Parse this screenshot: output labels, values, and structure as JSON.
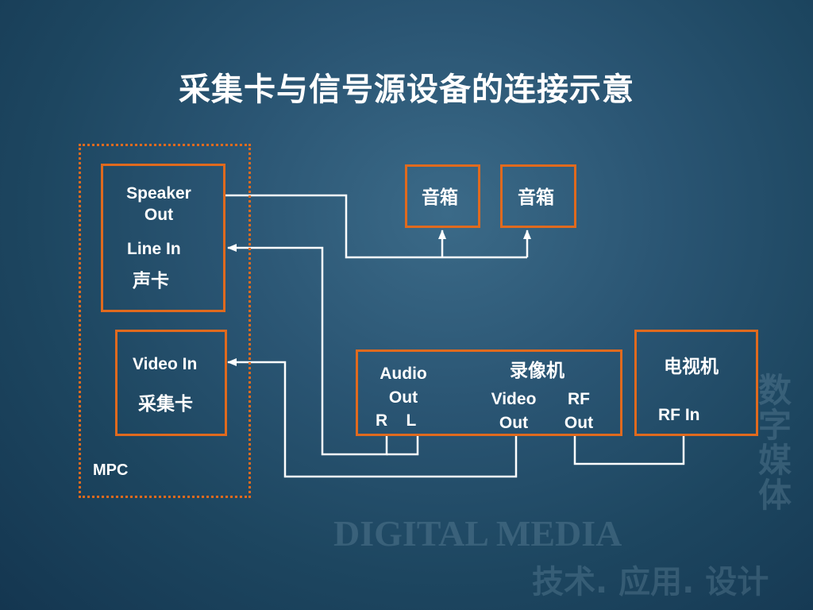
{
  "slide": {
    "title": "采集卡与信号源设备的连接示意"
  },
  "mpc": {
    "label": "MPC"
  },
  "sound_card": {
    "speaker_out": "Speaker Out",
    "line_in": "Line In",
    "name": "声卡"
  },
  "capture_card": {
    "video_in": "Video In",
    "name": "采集卡"
  },
  "speakers": [
    {
      "label": "音箱"
    },
    {
      "label": "音箱"
    }
  ],
  "vcr": {
    "name": "录像机",
    "audio_out": "Audio Out",
    "audio_channels": "R    L",
    "video_out": "Video Out",
    "rf_out": "RF Out"
  },
  "tv": {
    "name": "电视机",
    "rf_in": "RF In"
  },
  "watermark": {
    "line1": "DIGITAL MEDIA",
    "line2": "技术. 应用. 设计",
    "vertical": "数字媒体"
  },
  "colors": {
    "box_border": "#e06a1e",
    "wire": "#ffffff",
    "background": "#2a5573"
  }
}
